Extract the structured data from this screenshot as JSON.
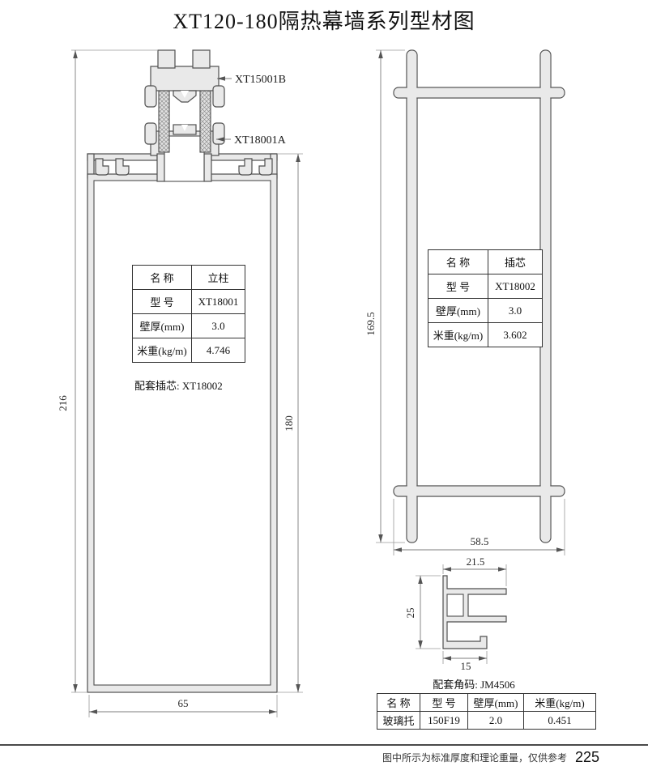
{
  "title": "XT120-180隔热幕墙系列型材图",
  "colors": {
    "profile_fill": "#e9e9e9",
    "outline": "#4f4f4f",
    "dim_line": "#7c7c7c"
  },
  "drawing1": {
    "part_label_top": "XT15001B",
    "part_label_main": "XT18001A",
    "dims": {
      "total_height": "216",
      "body_height": "180",
      "width": "65"
    },
    "table": {
      "rows": [
        [
          "名  称",
          "立柱"
        ],
        [
          "型  号",
          "XT18001"
        ],
        [
          "壁厚(mm)",
          "3.0"
        ],
        [
          "米重(kg/m)",
          "4.746"
        ]
      ]
    },
    "note": "配套插芯: XT18002"
  },
  "drawing2": {
    "dims": {
      "height": "169.5",
      "width": "58.5"
    },
    "table": {
      "rows": [
        [
          "名  称",
          "插芯"
        ],
        [
          "型  号",
          "XT18002"
        ],
        [
          "壁厚(mm)",
          "3.0"
        ],
        [
          "米重(kg/m)",
          "3.602"
        ]
      ]
    }
  },
  "drawing3": {
    "dims": {
      "top_width": "21.5",
      "height": "25",
      "bottom_width": "15"
    },
    "note": "配套角码: JM4506",
    "table": {
      "header": [
        "名  称",
        "型  号",
        "壁厚(mm)",
        "米重(kg/m)"
      ],
      "row": [
        "玻璃托",
        "150F19",
        "2.0",
        "0.451"
      ]
    }
  },
  "footer": {
    "note": "图中所示为标准厚度和理论重量，仅供参考",
    "page": "225"
  }
}
